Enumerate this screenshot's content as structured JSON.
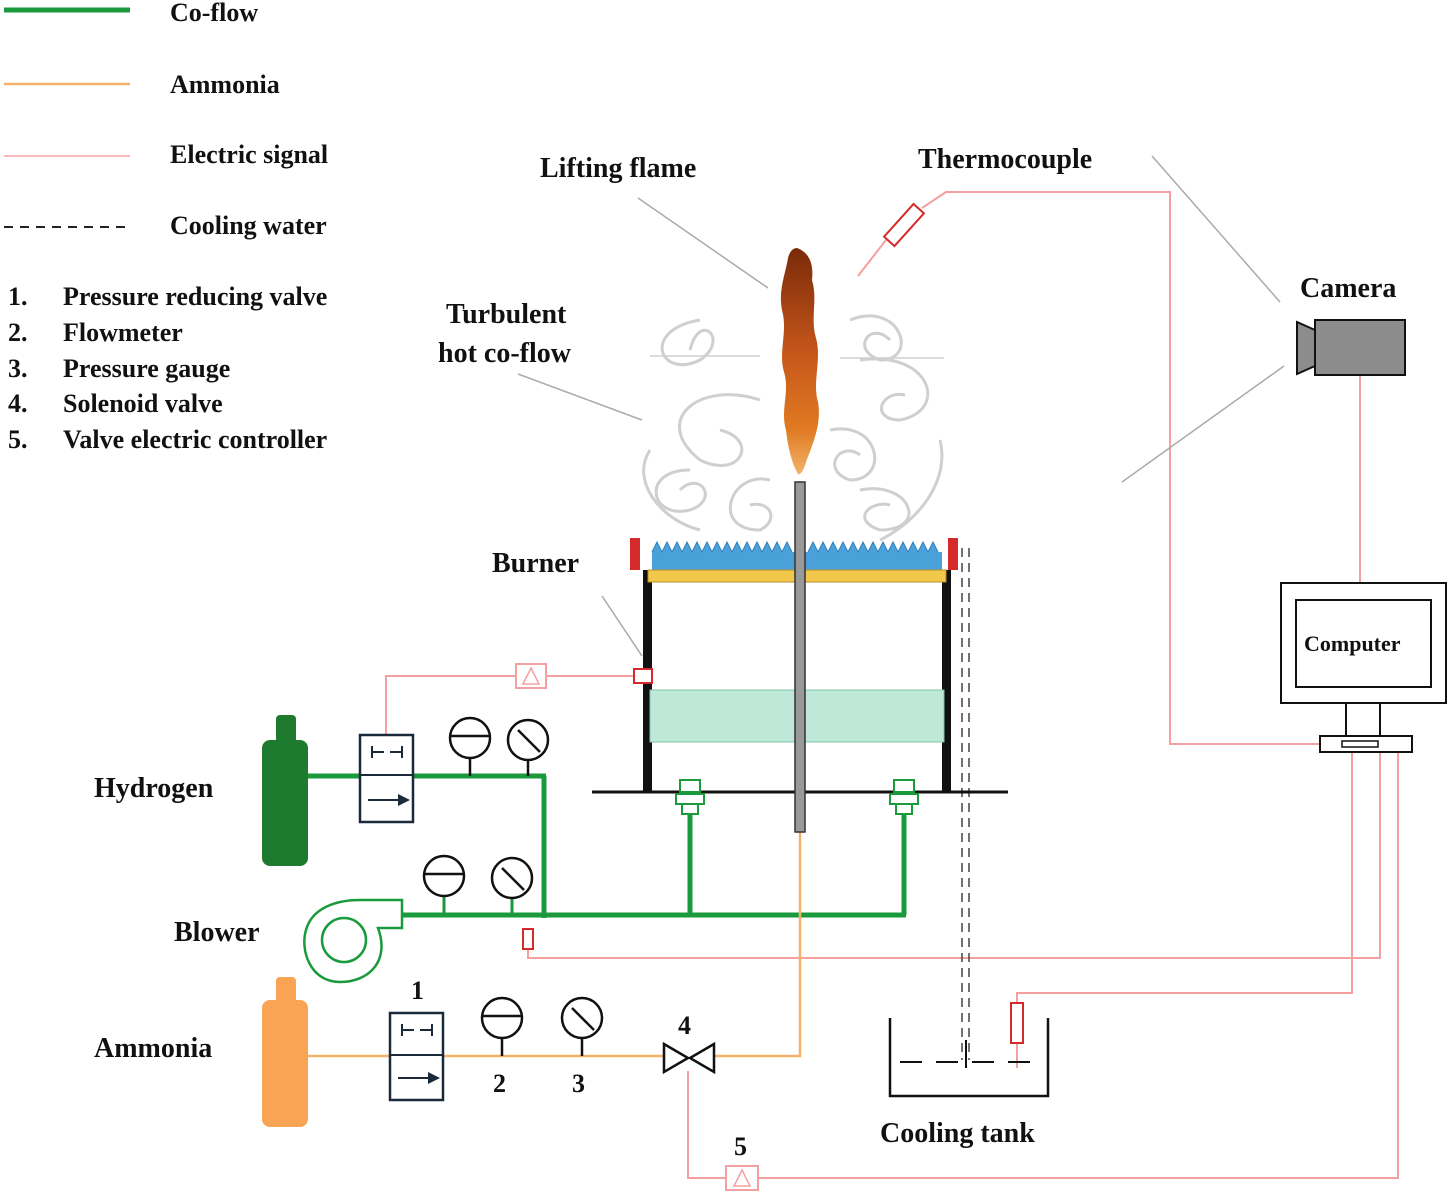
{
  "legend": {
    "coflow": "Co-flow",
    "ammonia": "Ammonia",
    "electric": "Electric signal",
    "cooling": "Cooling water"
  },
  "numbered_items": [
    {
      "num": "1.",
      "text": "Pressure reducing valve"
    },
    {
      "num": "2.",
      "text": "Flowmeter"
    },
    {
      "num": "3.",
      "text": "Pressure gauge"
    },
    {
      "num": "4.",
      "text": "Solenoid valve"
    },
    {
      "num": "5.",
      "text": "Valve electric controller"
    }
  ],
  "labels": {
    "lifting_flame": "Lifting flame",
    "thermocouple": "Thermocouple",
    "camera": "Camera",
    "turbulent_1": "Turbulent",
    "turbulent_2": "hot co-flow",
    "burner": "Burner",
    "computer": "Computer",
    "hydrogen": "Hydrogen",
    "blower": "Blower",
    "ammonia": "Ammonia",
    "cooling_tank": "Cooling tank"
  },
  "markers": {
    "m1": "1",
    "m2": "2",
    "m3": "3",
    "m4": "4",
    "m5": "5"
  },
  "colors": {
    "coflow": "#1a9a3c",
    "ammonia": "#f5b26b",
    "electric": "#f4a0a0",
    "cooling": "#222222",
    "hydrogen_tank": "#1e7a2e",
    "ammonia_tank": "#f9a355",
    "flame": "#c4551a",
    "camera": "#8c8c8c",
    "honeycomb": "#bfe8d8",
    "ceramic": "#f2c84b",
    "nozzles": "#4aa0d8"
  }
}
